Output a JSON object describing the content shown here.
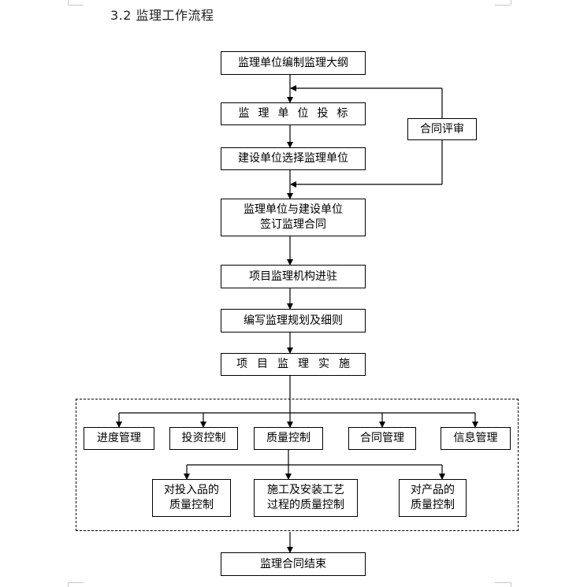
{
  "section": {
    "number": "3.2",
    "title": "监理工作流程"
  },
  "flow": {
    "n1": "监理单位编制监理大纲",
    "n2": "监理单位投标",
    "n3": "建设单位选择监理单位",
    "n4": "监理单位与建设单位\n签订监理合同",
    "n5": "项目监理机构进驻",
    "n6": "编写监理规划及细则",
    "n7": "项目监理实施",
    "review": "合同评审",
    "end": "监理合同结束"
  },
  "controls": {
    "progress": "进度管理",
    "investment": "投资控制",
    "quality": "质量控制",
    "contract": "合同管理",
    "info": "信息管理"
  },
  "quality_sub": {
    "input": "对投入品的\n质量控制",
    "process": "施工及安装工艺\n过程的质量控制",
    "product": "对产品的\n质量控制"
  }
}
